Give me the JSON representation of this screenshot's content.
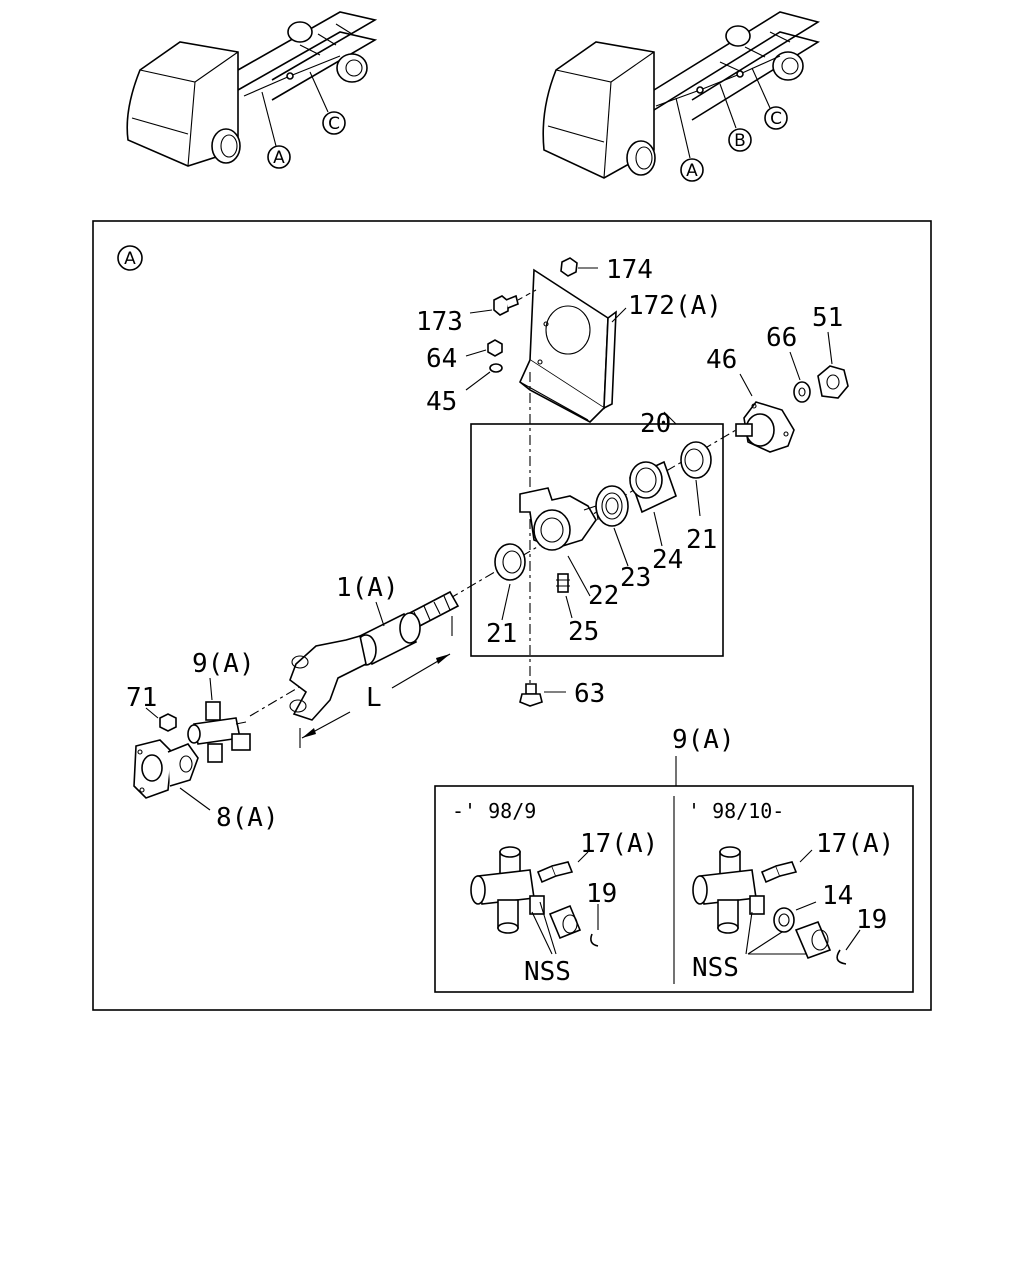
{
  "callouts": {
    "truck1_a": "A",
    "truck1_c": "C",
    "truck2_a": "A",
    "truck2_b": "B",
    "truck2_c": "C",
    "main_view": "A"
  },
  "labels": {
    "p174": "174",
    "p173": "173",
    "p172": "172(A)",
    "p64": "64",
    "p45": "45",
    "p20": "20",
    "p46": "46",
    "p66": "66",
    "p51": "51",
    "p21_right": "21",
    "p24": "24",
    "p23": "23",
    "p22": "22",
    "p21_left": "21",
    "p25": "25",
    "p1": "1(A)",
    "pL": "L",
    "p63": "63",
    "p9": "9(A)",
    "p71": "71",
    "p8": "8(A)"
  },
  "detail": {
    "title": "9(A)",
    "left": {
      "period": "-' 98/9",
      "p17": "17(A)",
      "p19": "19",
      "nss": "NSS"
    },
    "right": {
      "period": "' 98/10-",
      "p17": "17(A)",
      "p14": "14",
      "p19": "19",
      "nss": "NSS"
    }
  }
}
